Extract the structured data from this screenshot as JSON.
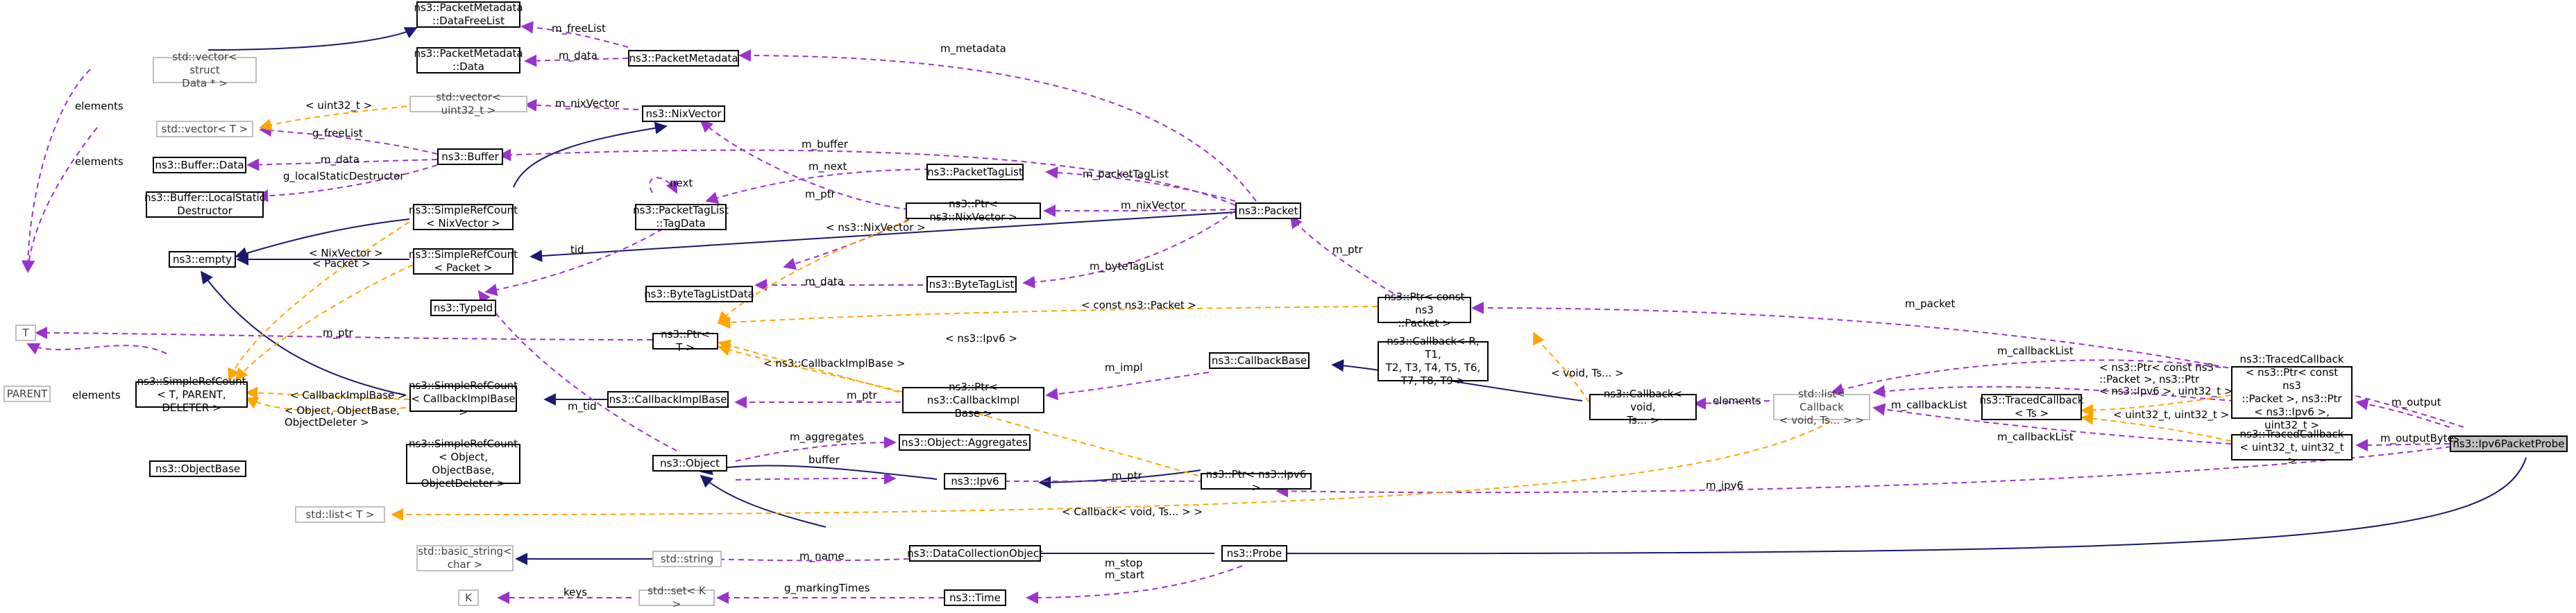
{
  "theme": {
    "inherit": "#191970",
    "use": "#9a32cd",
    "template": "#ffa500",
    "gray_border": "#bfbfbf",
    "selected_fill": "#bfbfbf"
  },
  "nodes": {
    "n_dfl": {
      "text": "ns3::PacketMetadata\n::DataFreeList",
      "style": "normal"
    },
    "n_pmd": {
      "text": "ns3::PacketMetadata\n::Data",
      "style": "normal"
    },
    "n_pm": {
      "text": "ns3::PacketMetadata",
      "style": "normal"
    },
    "n_vecsd": {
      "text": "std::vector< struct\nData * >",
      "style": "gray"
    },
    "n_vecu32": {
      "text": "std::vector< uint32_t >",
      "style": "gray"
    },
    "n_nix": {
      "text": "ns3::NixVector",
      "style": "normal"
    },
    "n_vect": {
      "text": "std::vector< T >",
      "style": "gray"
    },
    "n_buf": {
      "text": "ns3::Buffer",
      "style": "normal"
    },
    "n_bufdata": {
      "text": "ns3::Buffer::Data",
      "style": "normal"
    },
    "n_bufls": {
      "text": "ns3::Buffer::LocalStatic\nDestructor",
      "style": "normal"
    },
    "n_srcnix": {
      "text": "ns3::SimpleRefCount\n< NixVector >",
      "style": "normal"
    },
    "n_ptltd": {
      "text": "ns3::PacketTagList\n::TagData",
      "style": "normal"
    },
    "n_ptl": {
      "text": "ns3::PacketTagList",
      "style": "normal"
    },
    "n_ptrnix": {
      "text": "ns3::Ptr< ns3::NixVector >",
      "style": "normal"
    },
    "n_packet": {
      "text": "ns3::Packet",
      "style": "normal"
    },
    "n_empty": {
      "text": "ns3::empty",
      "style": "normal"
    },
    "n_srcpkt": {
      "text": "ns3::SimpleRefCount\n< Packet >",
      "style": "normal"
    },
    "n_btld": {
      "text": "ns3::ByteTagListData",
      "style": "normal"
    },
    "n_btl": {
      "text": "ns3::ByteTagList",
      "style": "normal"
    },
    "n_typeid": {
      "text": "ns3::TypeId",
      "style": "normal"
    },
    "n_T": {
      "text": "T",
      "style": "gray"
    },
    "n_ptrT": {
      "text": "ns3::Ptr< T >",
      "style": "normal"
    },
    "n_ptrcpkt": {
      "text": "ns3::Ptr< const ns3\n::Packet >",
      "style": "normal"
    },
    "n_parent": {
      "text": "PARENT",
      "style": "gray"
    },
    "n_srctpd": {
      "text": "ns3::SimpleRefCount\n< T, PARENT, DELETER >",
      "style": "normal"
    },
    "n_srccib": {
      "text": "ns3::SimpleRefCount\n< CallbackImplBase >",
      "style": "normal"
    },
    "n_cib": {
      "text": "ns3::CallbackImplBase",
      "style": "normal"
    },
    "n_ptrcib": {
      "text": "ns3::Ptr< ns3::CallbackImpl\nBase >",
      "style": "normal"
    },
    "n_cbbase": {
      "text": "ns3::CallbackBase",
      "style": "normal"
    },
    "n_cbrt": {
      "text": "ns3::Callback< R, T1,\nT2, T3, T4, T5, T6,\nT7, T8, T9 >",
      "style": "normal"
    },
    "n_cbvoid": {
      "text": "ns3::Callback< void,\nTs... >",
      "style": "normal"
    },
    "n_listcb": {
      "text": "std::list< Callback\n< void, Ts... > >",
      "style": "gray"
    },
    "n_tcts": {
      "text": "ns3::TracedCallback\n< Ts >",
      "style": "normal"
    },
    "n_tcptr": {
      "text": "ns3::TracedCallback\n< ns3::Ptr< const ns3\n::Packet >, ns3::Ptr\n< ns3::Ipv6 >, uint32_t >",
      "style": "normal"
    },
    "n_tcu32": {
      "text": "ns3::TracedCallback\n< uint32_t, uint32_t >",
      "style": "normal"
    },
    "n_probe6": {
      "text": "ns3::Ipv6PacketProbe",
      "style": "selected"
    },
    "n_objbase": {
      "text": "ns3::ObjectBase",
      "style": "normal"
    },
    "n_srcobj": {
      "text": "ns3::SimpleRefCount\n< Object, ObjectBase,\nObjectDeleter >",
      "style": "normal"
    },
    "n_object": {
      "text": "ns3::Object",
      "style": "normal"
    },
    "n_objagg": {
      "text": "ns3::Object::Aggregates",
      "style": "normal"
    },
    "n_ipv6": {
      "text": "ns3::Ipv6",
      "style": "normal"
    },
    "n_ptripv6": {
      "text": "ns3::Ptr< ns3::Ipv6 >",
      "style": "normal"
    },
    "n_listT": {
      "text": "std::list< T >",
      "style": "gray"
    },
    "n_bstr": {
      "text": "std::basic_string<\nchar >",
      "style": "gray"
    },
    "n_str": {
      "text": "std::string",
      "style": "gray"
    },
    "n_dco": {
      "text": "ns3::DataCollectionObject",
      "style": "normal"
    },
    "n_probe": {
      "text": "ns3::Probe",
      "style": "normal"
    },
    "n_K": {
      "text": "K",
      "style": "gray"
    },
    "n_setK": {
      "text": "std::set< K >",
      "style": "gray"
    },
    "n_time": {
      "text": "ns3::Time",
      "style": "normal"
    }
  },
  "labels": {
    "l_freelist": "m_freeList",
    "l_data1": "m_data",
    "l_metadata": "m_metadata",
    "l_elements1": "elements",
    "l_u32": "< uint32_t >",
    "l_nixvec1": "m_nixVector",
    "l_elements2": "elements",
    "l_gfree": "g_freeList",
    "l_data2": "m_data",
    "l_gls": "g_localStaticDestructor",
    "l_buffer": "m_buffer",
    "l_next1": "next",
    "l_next2": "m_next",
    "l_ptr1": "m_ptr",
    "l_ptl": "m_packetTagList",
    "l_nixvec2": "m_nixVector",
    "l_lt_nix1": "< NixVector >",
    "l_lt_nix2": "< ns3::NixVector >",
    "l_tid1": "tid",
    "l_packetT": "< Packet >",
    "l_btl": "m_byteTagList",
    "l_data3": "m_data",
    "l_cpkt": "< const ns3::Packet >",
    "l_ptr2": "m_ptr",
    "l_ptr3": "m_ptr",
    "l_packet": "m_packet",
    "l_cbiT": "< CallbackImplBase >",
    "l_cbiT2": "< ns3::CallbackImplBase >",
    "l_impl": "m_impl",
    "l_elements3": "elements",
    "l_objT": "< Object, ObjectBase,\nObjectDeleter >",
    "l_ptr4": "m_ptr",
    "l_tid2": "m_tid",
    "l_ipv6T": "< ns3::Ipv6 >",
    "l_voidts": "< void, Ts... >",
    "l_elements4": "elements",
    "l_cblist1": "m_callbackList",
    "l_cblist2": "m_callbackList",
    "l_cblist3": "m_callbackList",
    "l_tcptrT": "< ns3::Ptr< const ns3\n::Packet >, ns3::Ptr\n< ns3::Ipv6 >, uint32_t >",
    "l_tcu32T": "< uint32_t, uint32_t >",
    "l_output": "m_output",
    "l_outbytes": "m_outputBytes",
    "l_aggs": "m_aggregates",
    "l_buffer2": "buffer",
    "l_ptr5": "m_ptr",
    "l_ipv6": "m_ipv6",
    "l_cbT": "< Callback< void, Ts... > >",
    "l_name": "m_name",
    "l_stopstart": "m_stop\nm_start",
    "l_keys": "keys",
    "l_gmt": "g_markingTimes"
  }
}
